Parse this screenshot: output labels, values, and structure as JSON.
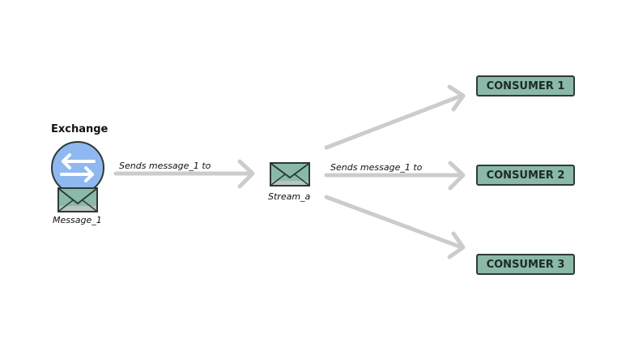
{
  "exchange": {
    "title": "Exchange",
    "icon": "arrows-exchange-icon"
  },
  "message": {
    "label": "Message_1",
    "icon": "envelope-icon"
  },
  "stream": {
    "label": "Stream_a",
    "icon": "envelope-icon"
  },
  "edges": {
    "exchange_to_stream": "Sends message_1 to",
    "stream_to_consumers": "Sends message_1 to"
  },
  "consumers": [
    {
      "label": "CONSUMER 1"
    },
    {
      "label": "CONSUMER 2"
    },
    {
      "label": "CONSUMER 3"
    }
  ],
  "colors": {
    "arrow": "#cccccc",
    "exchange_fill": "#8fb8f0",
    "envelope_fill": "#8ab9a8",
    "consumer_fill": "#8ab9a8",
    "outline": "#2d3b36"
  }
}
